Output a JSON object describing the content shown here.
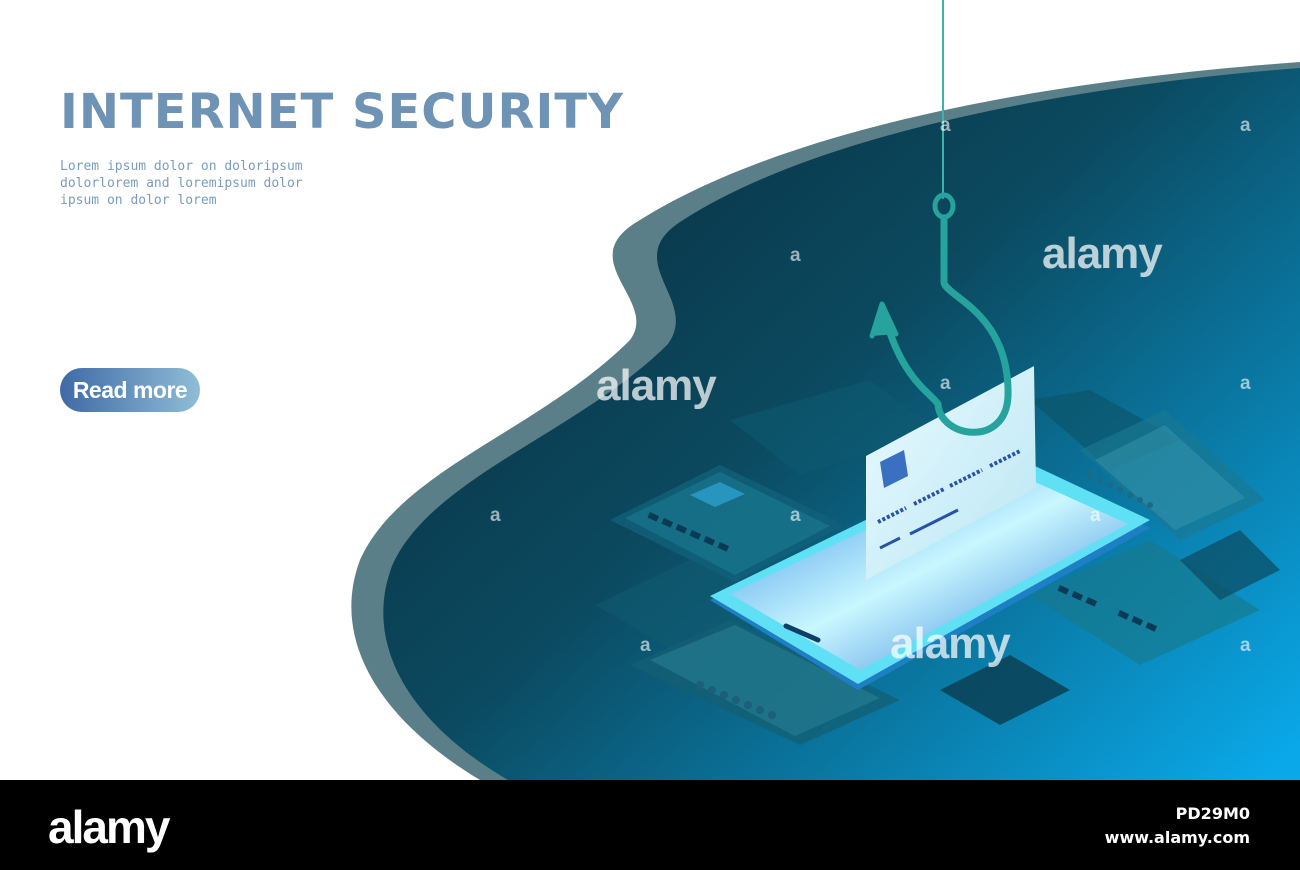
{
  "hero": {
    "title": "INTERNET SECURITY",
    "blurb_lines": [
      "Lorem ipsum dolor on doloripsum",
      "dolorlorem and loremipsum dolor",
      "ipsum on dolor lorem"
    ],
    "cta_label": "Read more"
  },
  "watermarks": {
    "brand": "alamy",
    "mark": "a"
  },
  "footer": {
    "logo": "alamy",
    "image_id": "PD29M0",
    "url": "www.alamy.com"
  },
  "colors": {
    "title": "#6f93b4",
    "blob_deep": "#0a2e3f",
    "blob_light": "#0aa6e6",
    "blob_rim": "#5a7f88",
    "hook": "#2aa6a0",
    "card": "#d9f1f8",
    "phone": "#3fd8ee"
  },
  "icons": [
    "fishing-hook-icon",
    "credit-card-icon",
    "smartphone-icon"
  ]
}
